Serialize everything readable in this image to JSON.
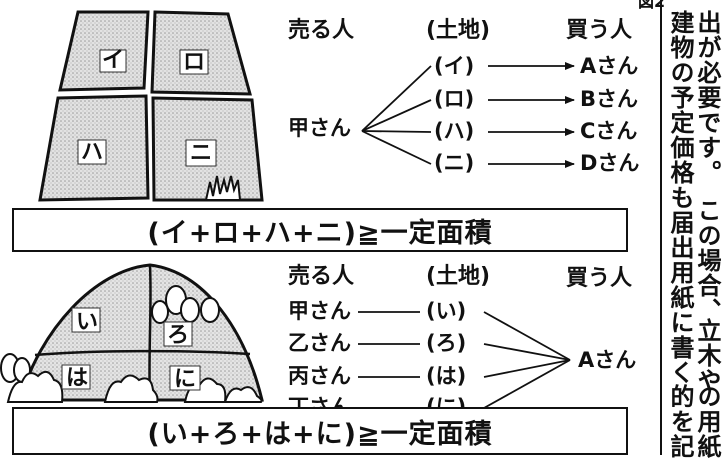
{
  "fig_corner_label": "図2",
  "panel1": {
    "plot_labels": [
      "イ",
      "ロ",
      "ハ",
      "ニ"
    ],
    "header": {
      "seller": "売る人",
      "land": "(土地)",
      "buyer": "買う人"
    },
    "seller": "甲さん",
    "lands": [
      "(イ)",
      "(ロ)",
      "(ハ)",
      "(ニ)"
    ],
    "buyers": [
      "Aさん",
      "Bさん",
      "Cさん",
      "Dさん"
    ],
    "equation": "(イ+ロ+ハ+ニ)≧一定面積"
  },
  "panel2": {
    "plot_labels": [
      "い",
      "ろ",
      "は",
      "に"
    ],
    "header": {
      "seller": "売る人",
      "land": "(土地)",
      "buyer": "買う人"
    },
    "sellers": [
      "甲さん",
      "乙さん",
      "丙さん",
      "丁さん"
    ],
    "lands": [
      "(い)",
      "(ろ)",
      "(は)",
      "(に)"
    ],
    "buyer": "Aさん",
    "equation": "(い+ろ+は+に)≧一定面積"
  },
  "side_text": {
    "col1_top": "出が必要です。",
    "col1_mid": "この場合、",
    "col1_low": "立木や",
    "col2": "建物の予定価格も届出用紙に書く",
    "col1_bottom": "の用紙",
    "col2_bottom": "的を記"
  }
}
